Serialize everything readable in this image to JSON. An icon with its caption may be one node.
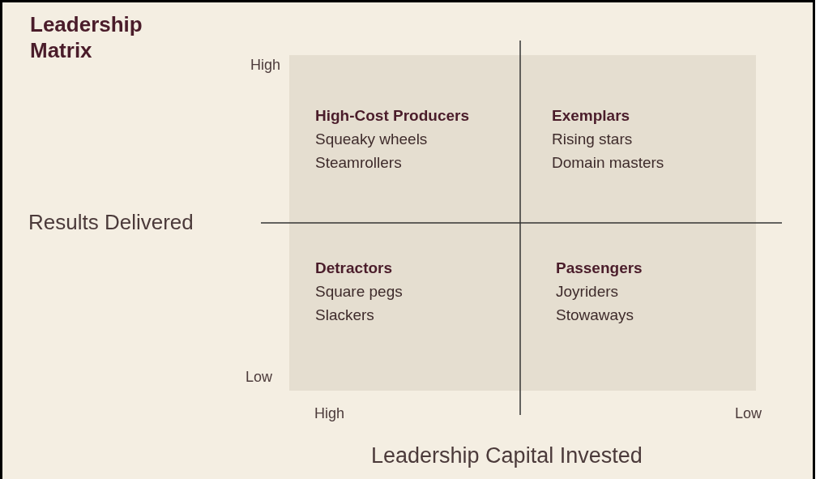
{
  "diagram": {
    "title": "Leadership Matrix",
    "nodes": [
      {
        "text": [
          "High-Cost Producers",
          "Squeaky wheels",
          "Steamrollers"
        ]
      },
      {
        "text": [
          "Exemplars",
          "Rising stars",
          "Domain masters"
        ]
      },
      {
        "text": [
          "Detractors",
          "Square pegs",
          "Slackers"
        ]
      },
      {
        "text": [
          "Passengers",
          "Joyriders",
          "Stowaways"
        ]
      }
    ],
    "labels": [
      "High",
      "Results Delivered",
      "Low",
      "High",
      "Low",
      "Leadership Capital Invested"
    ]
  }
}
